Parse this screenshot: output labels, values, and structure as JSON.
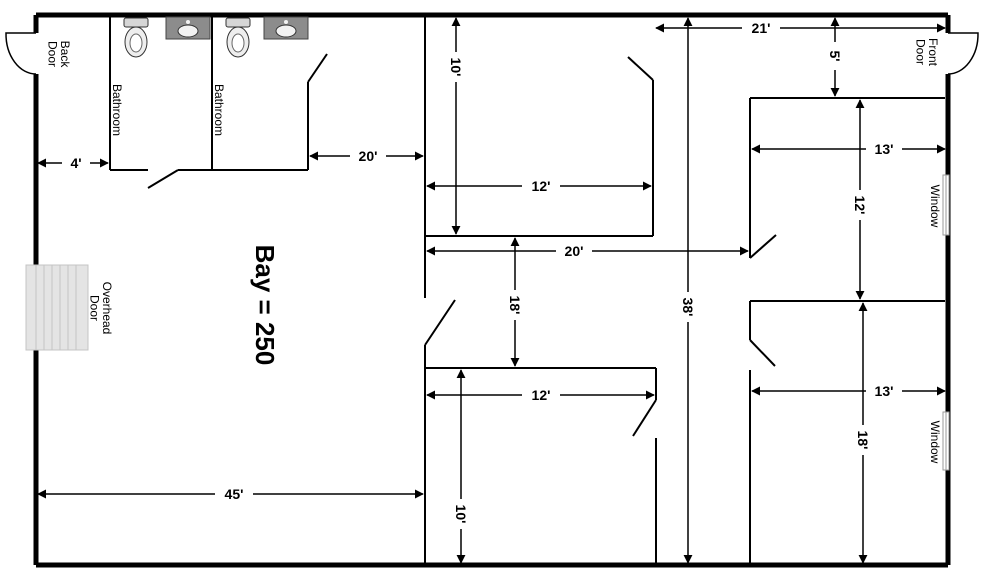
{
  "bay_label": "Bay = 250",
  "doors": {
    "back": "Back Door",
    "front": "Front Door",
    "overhead": "Overhead Door"
  },
  "rooms": {
    "bathroom_1": "Bathroom",
    "bathroom_2": "Bathroom"
  },
  "windows": {
    "upper": "Window",
    "lower": "Window"
  },
  "dimensions": {
    "d_4": "4'",
    "d_20_bath": "20'",
    "d_10_top": "10'",
    "d_12_upper": "12'",
    "d_21": "21'",
    "d_5": "5'",
    "d_13_upper": "13'",
    "d_12_vert": "12'",
    "d_20_mid": "20'",
    "d_18_mid": "18'",
    "d_38": "38'",
    "d_12_lower": "12'",
    "d_13_lower": "13'",
    "d_18_right": "18'",
    "d_45": "45'",
    "d_10_bottom": "10'"
  }
}
